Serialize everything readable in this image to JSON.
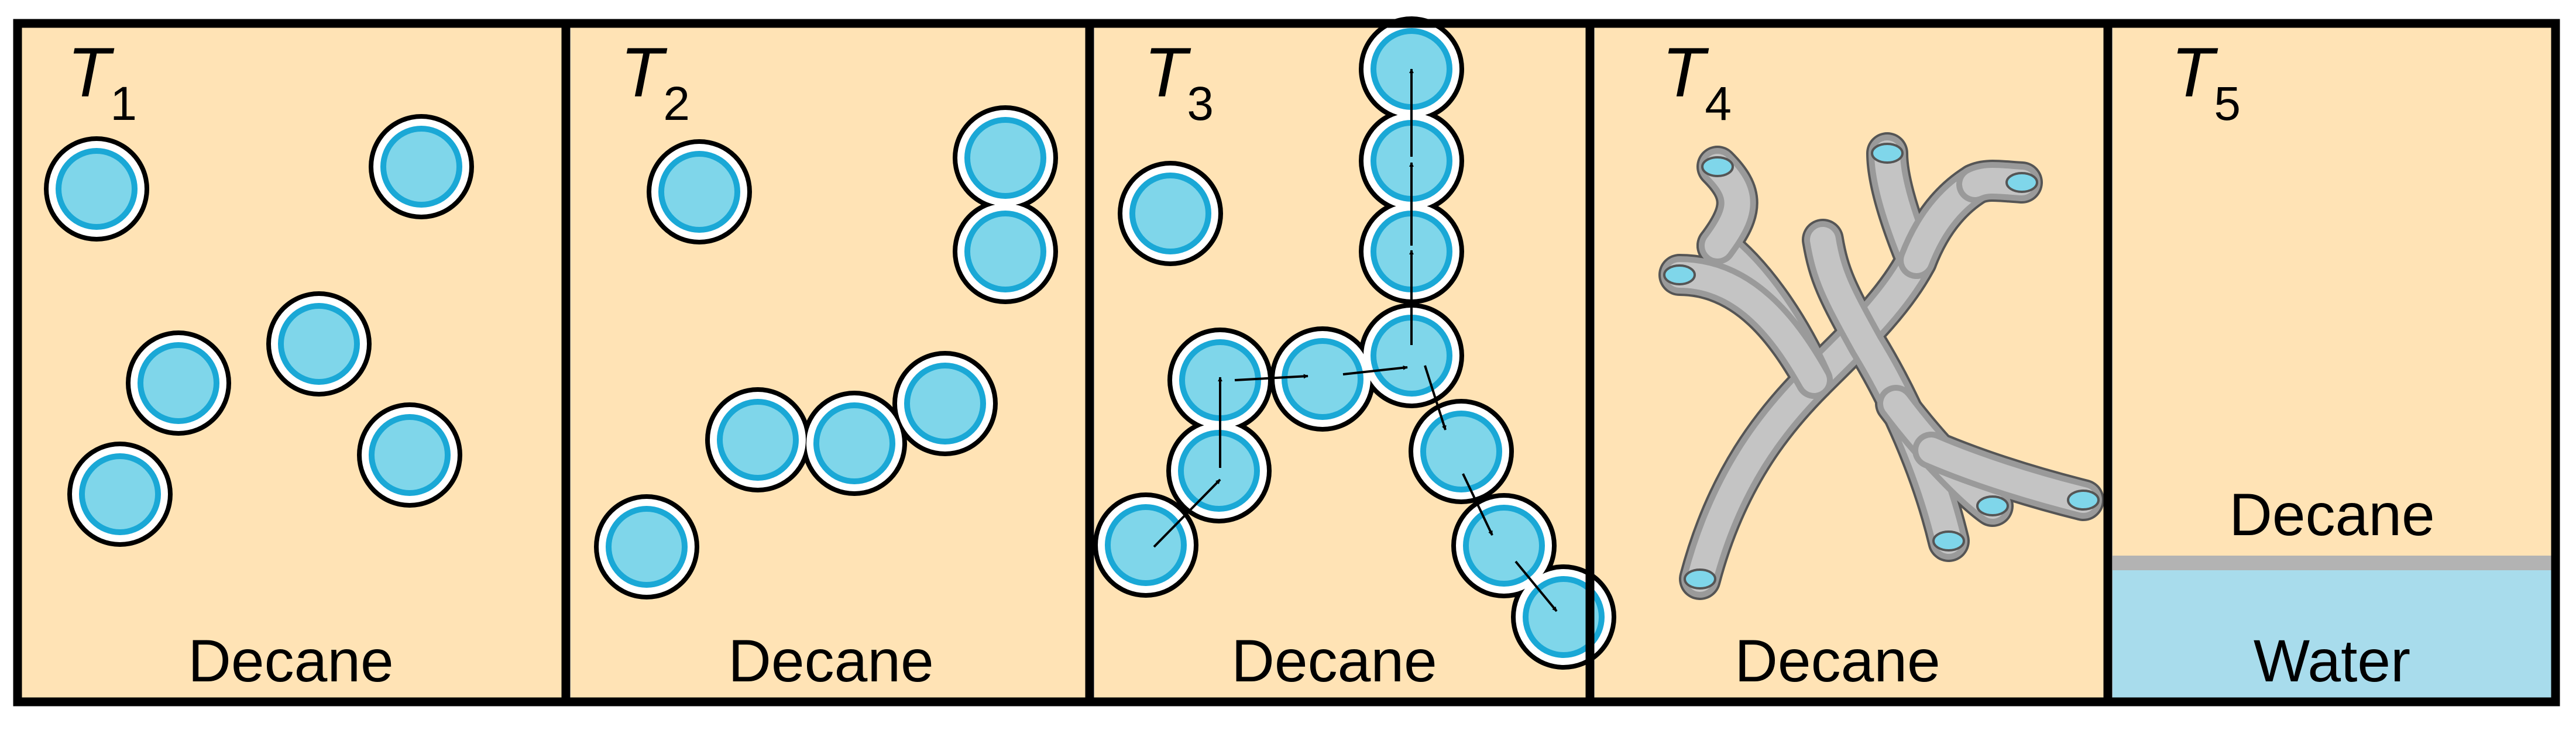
{
  "panels": [
    {
      "id": "T1",
      "symbol": "T",
      "subscript": "1",
      "medium_label": "Decane"
    },
    {
      "id": "T2",
      "symbol": "T",
      "subscript": "2",
      "medium_label": "Decane"
    },
    {
      "id": "T3",
      "symbol": "T",
      "subscript": "3",
      "medium_label": "Decane"
    },
    {
      "id": "T4",
      "symbol": "T",
      "subscript": "4",
      "medium_label": "Decane"
    },
    {
      "id": "T5",
      "symbol": "T",
      "subscript": "5",
      "upper_label": "Decane",
      "lower_label": "Water"
    }
  ],
  "colors": {
    "background": "#ffe3b5",
    "droplet_fill": "#7fd6ea",
    "droplet_core": "#61cbe3",
    "droplet_ring": "#1aa8d6",
    "outline": "#000000",
    "tube_fill": "#c4c4c4",
    "tube_shade": "#9a9a9a",
    "water": "#a8dcec",
    "interface": "#b3b3b3"
  }
}
